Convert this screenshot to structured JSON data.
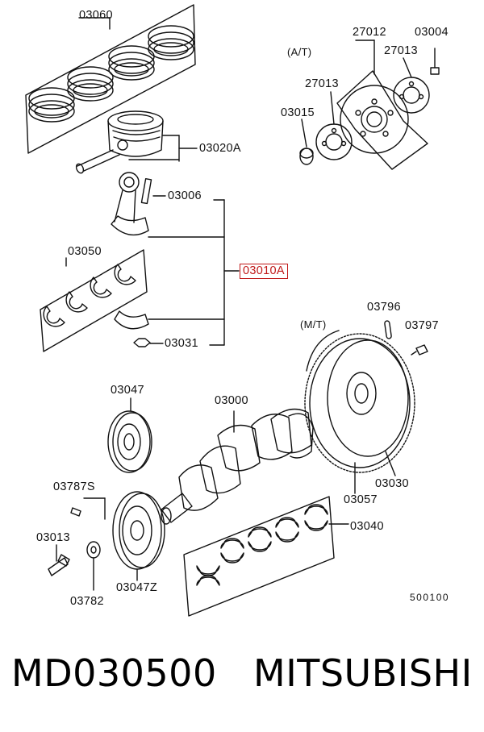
{
  "diagram": {
    "callouts": {
      "piston_rings": "03060",
      "piston": "03020A",
      "rod_bolt": "03006",
      "rod_bearings": "03050",
      "conrod_assy": "03010A",
      "rod_nut": "03031",
      "at_label": "(A/T)",
      "drive_plate": "27012",
      "drive_plate_bolt": "03004",
      "adapter_plate_right": "27013",
      "adapter_plate_left": "27013",
      "bushing": "03015",
      "mt_label": "(M/T)",
      "pin": "03796",
      "flywheel_bolt": "03797",
      "damper_pulley": "03047",
      "crankshaft": "03000",
      "flywheel": "03030",
      "ring_gear": "03057",
      "key": "03787S",
      "main_bearings": "03040",
      "pulley_bolt": "03013",
      "washer": "03782",
      "pulley_assy": "03047Z",
      "drawing_no": "500100"
    },
    "highlight_color": "#c01818"
  },
  "footer": {
    "part_number": "MD030500",
    "brand": "MITSUBISHI"
  }
}
